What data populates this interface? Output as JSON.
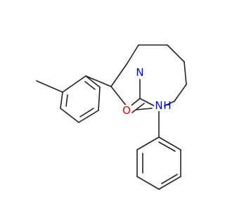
{
  "molecule": {
    "atom_labels": {
      "ring_nitrogen": "N",
      "carbonyl_oxygen": "O",
      "amide_nitrogen": "N",
      "amide_hydrogen": "H"
    },
    "colors": {
      "bond": "#222222",
      "nitrogen": "#0000ff",
      "oxygen": "#ff0000",
      "background": "#ffffff"
    }
  }
}
